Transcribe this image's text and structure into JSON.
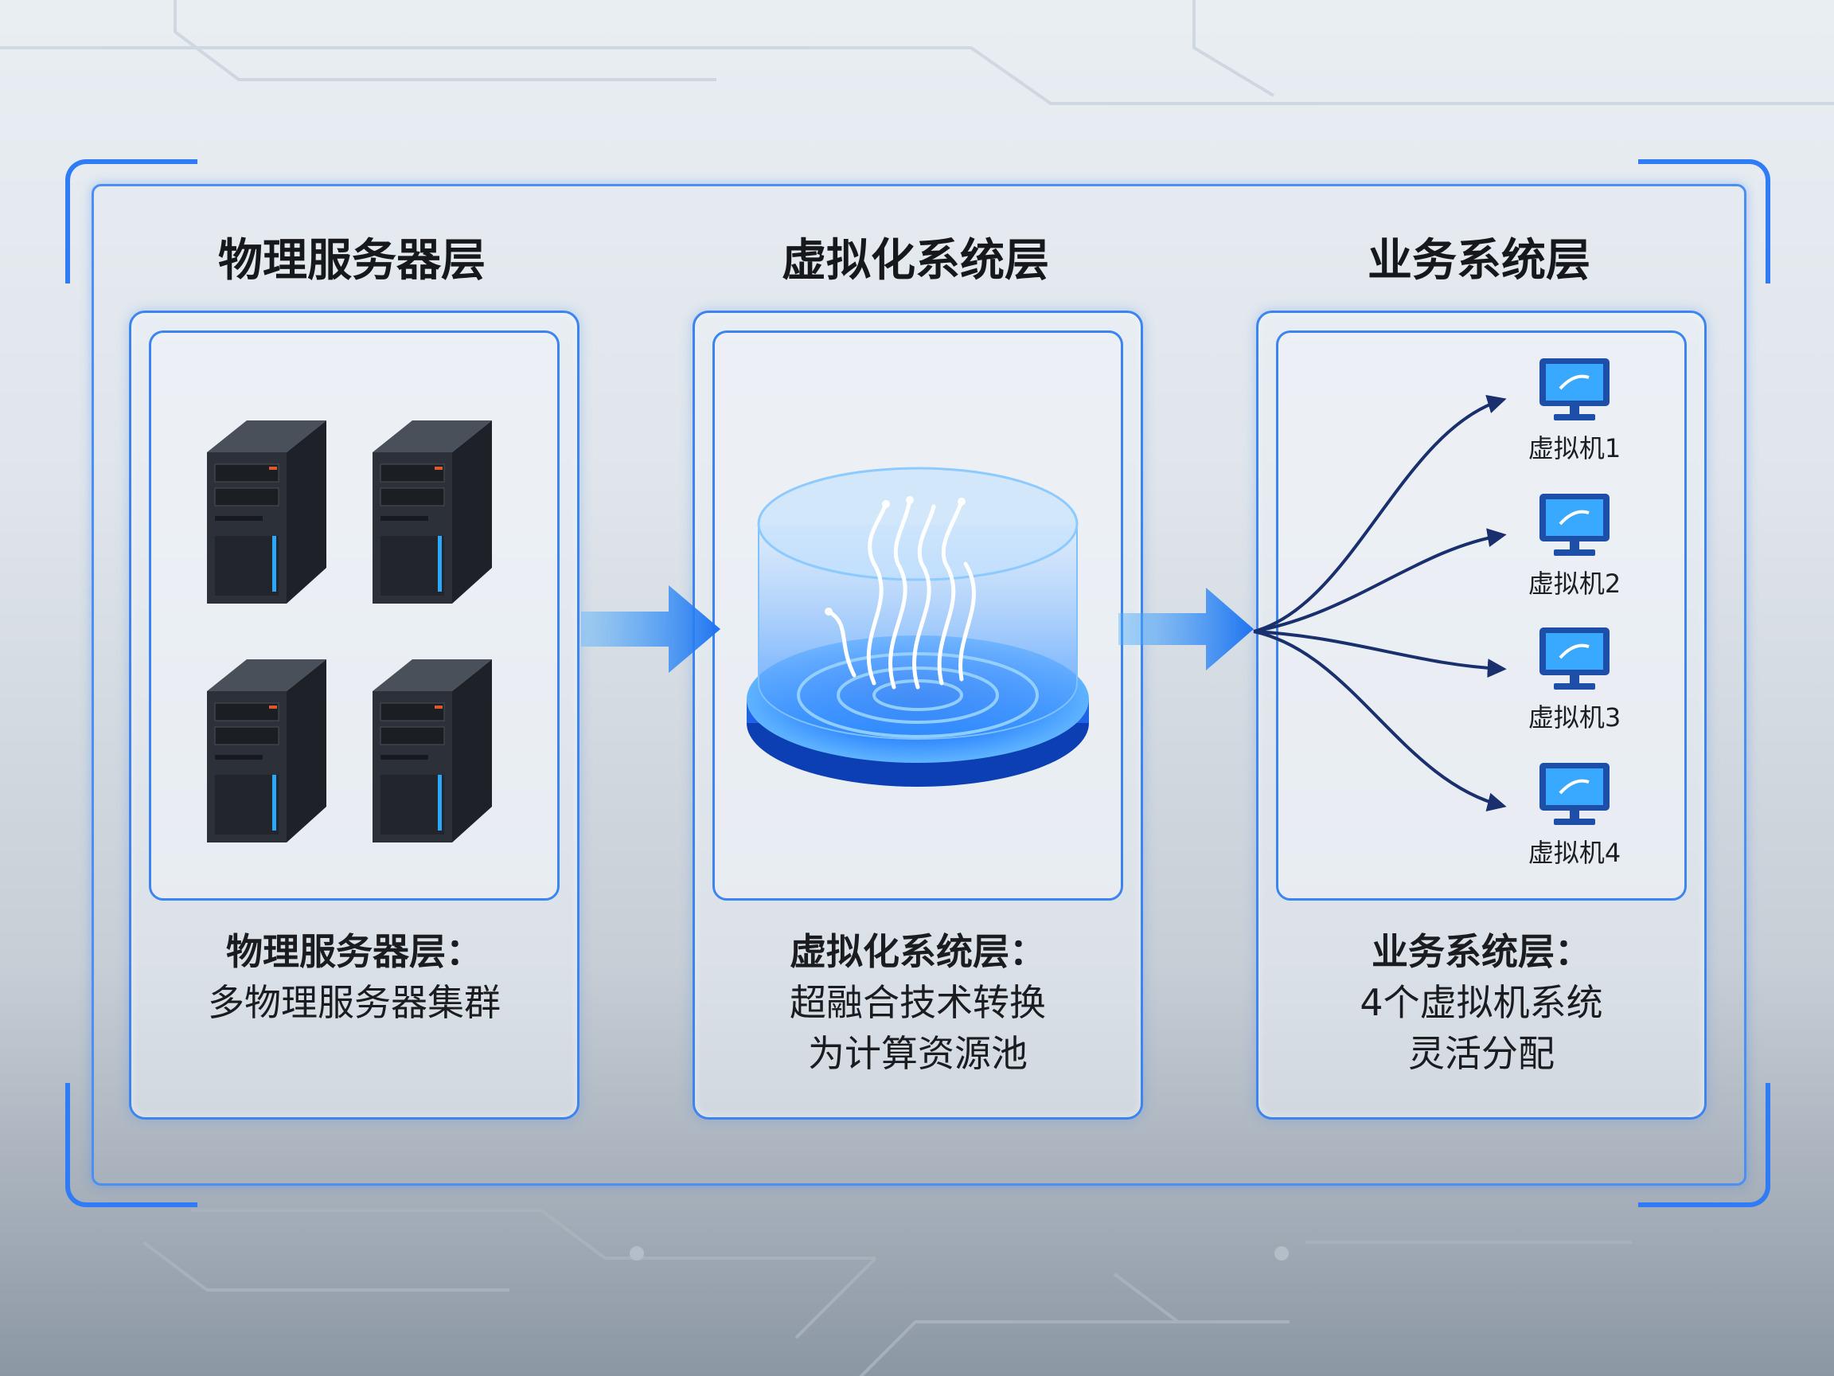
{
  "columns": [
    {
      "title": "物理服务器层",
      "desc_head": "物理服务器层：",
      "desc_lines": [
        "多物理服务器集群"
      ]
    },
    {
      "title": "虚拟化系统层",
      "desc_head": "虚拟化系统层：",
      "desc_lines": [
        "超融合技术转换",
        "为计算资源池"
      ]
    },
    {
      "title": "业务系统层",
      "desc_head": "业务系统层：",
      "desc_lines": [
        "4个虚拟机系统",
        "灵活分配"
      ]
    }
  ],
  "virtual_machines": [
    "虚拟机1",
    "虚拟机2",
    "虚拟机3",
    "虚拟机4"
  ],
  "colors": {
    "accent": "#2f7cf6",
    "arrow": "#1e73f0",
    "server_body": "#2c3038",
    "server_led": "#2aa8ff",
    "monitor": "#1d4fa8",
    "connector": "#1a2f6e"
  },
  "icons": {
    "server": "server-tower-icon",
    "resource_pool": "cylinder-pool-icon",
    "vm": "monitor-icon",
    "flow": "right-arrow-icon"
  }
}
